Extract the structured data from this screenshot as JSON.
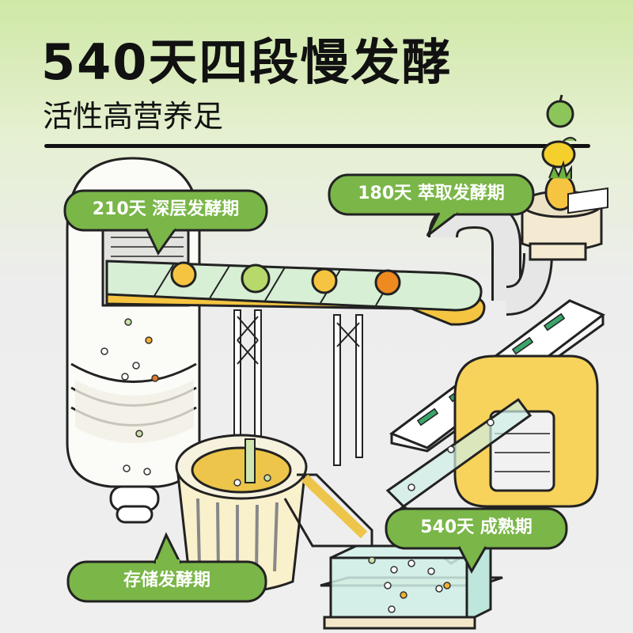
{
  "title": "540天四段慢发酵",
  "subtitle": "活性高营养足",
  "stages": [
    {
      "label": "210天 深层发酵期"
    },
    {
      "label": "180天 萃取发酵期"
    },
    {
      "label": "540天 成熟期"
    },
    {
      "label": "存储发酵期"
    }
  ],
  "fruits": [
    "apple-icon",
    "lemon-icon",
    "pineapple-icon"
  ],
  "colors": {
    "accent_green": "#7ab648",
    "bubble_green": "#8dc253",
    "yellow": "#f7d35c",
    "orange": "#e98a1d"
  }
}
